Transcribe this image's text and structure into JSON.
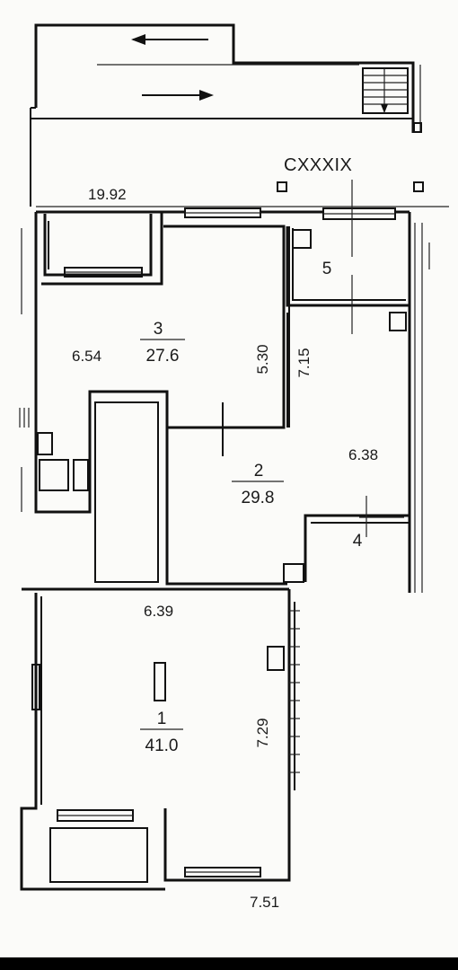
{
  "axis_label": "CXXXIX",
  "dimensions": {
    "top_width": "19.92",
    "room3_left": "6.54",
    "room3_right": "5.30",
    "room2_left": "7.15",
    "room2_right": "6.38",
    "room1_top": "6.39",
    "room1_right": "7.29",
    "bottom_width": "7.51"
  },
  "rooms": [
    {
      "number": "1",
      "area": "41.0"
    },
    {
      "number": "2",
      "area": "29.8"
    },
    {
      "number": "3",
      "area": "27.6"
    },
    {
      "number": "4",
      "area": ""
    },
    {
      "number": "5",
      "area": ""
    }
  ]
}
